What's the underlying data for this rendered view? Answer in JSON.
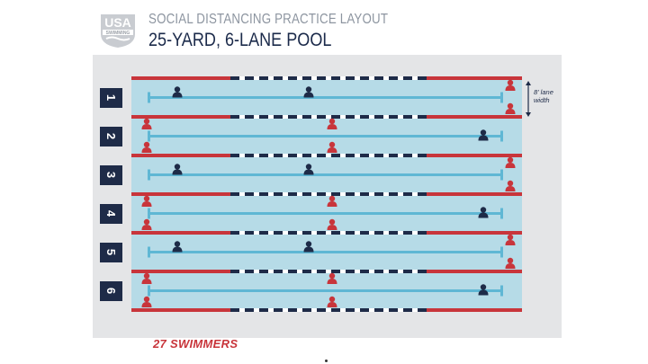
{
  "header": {
    "logo_text": "USA SWIMMING",
    "subtitle": "SOCIAL DISTANCING PRACTICE LAYOUT",
    "title": "25-YARD, 6-LANE POOL"
  },
  "pool": {
    "lane_width_note": "8' lane width",
    "swimmer_count": "27 SWIMMERS",
    "lanes": [
      {
        "number": "1",
        "variant": "a"
      },
      {
        "number": "2",
        "variant": "b"
      },
      {
        "number": "3",
        "variant": "a"
      },
      {
        "number": "4",
        "variant": "b"
      },
      {
        "number": "5",
        "variant": "a"
      },
      {
        "number": "6",
        "variant": "b"
      }
    ]
  },
  "colors": {
    "water": "#b6dbe7",
    "lane_line": "#5fb7d4",
    "rope_red": "#c8353b",
    "rope_navy": "#1e2b48",
    "deck": "#e4e5e7",
    "swimmer_red": "#c8353b",
    "swimmer_navy": "#1e2b48"
  }
}
